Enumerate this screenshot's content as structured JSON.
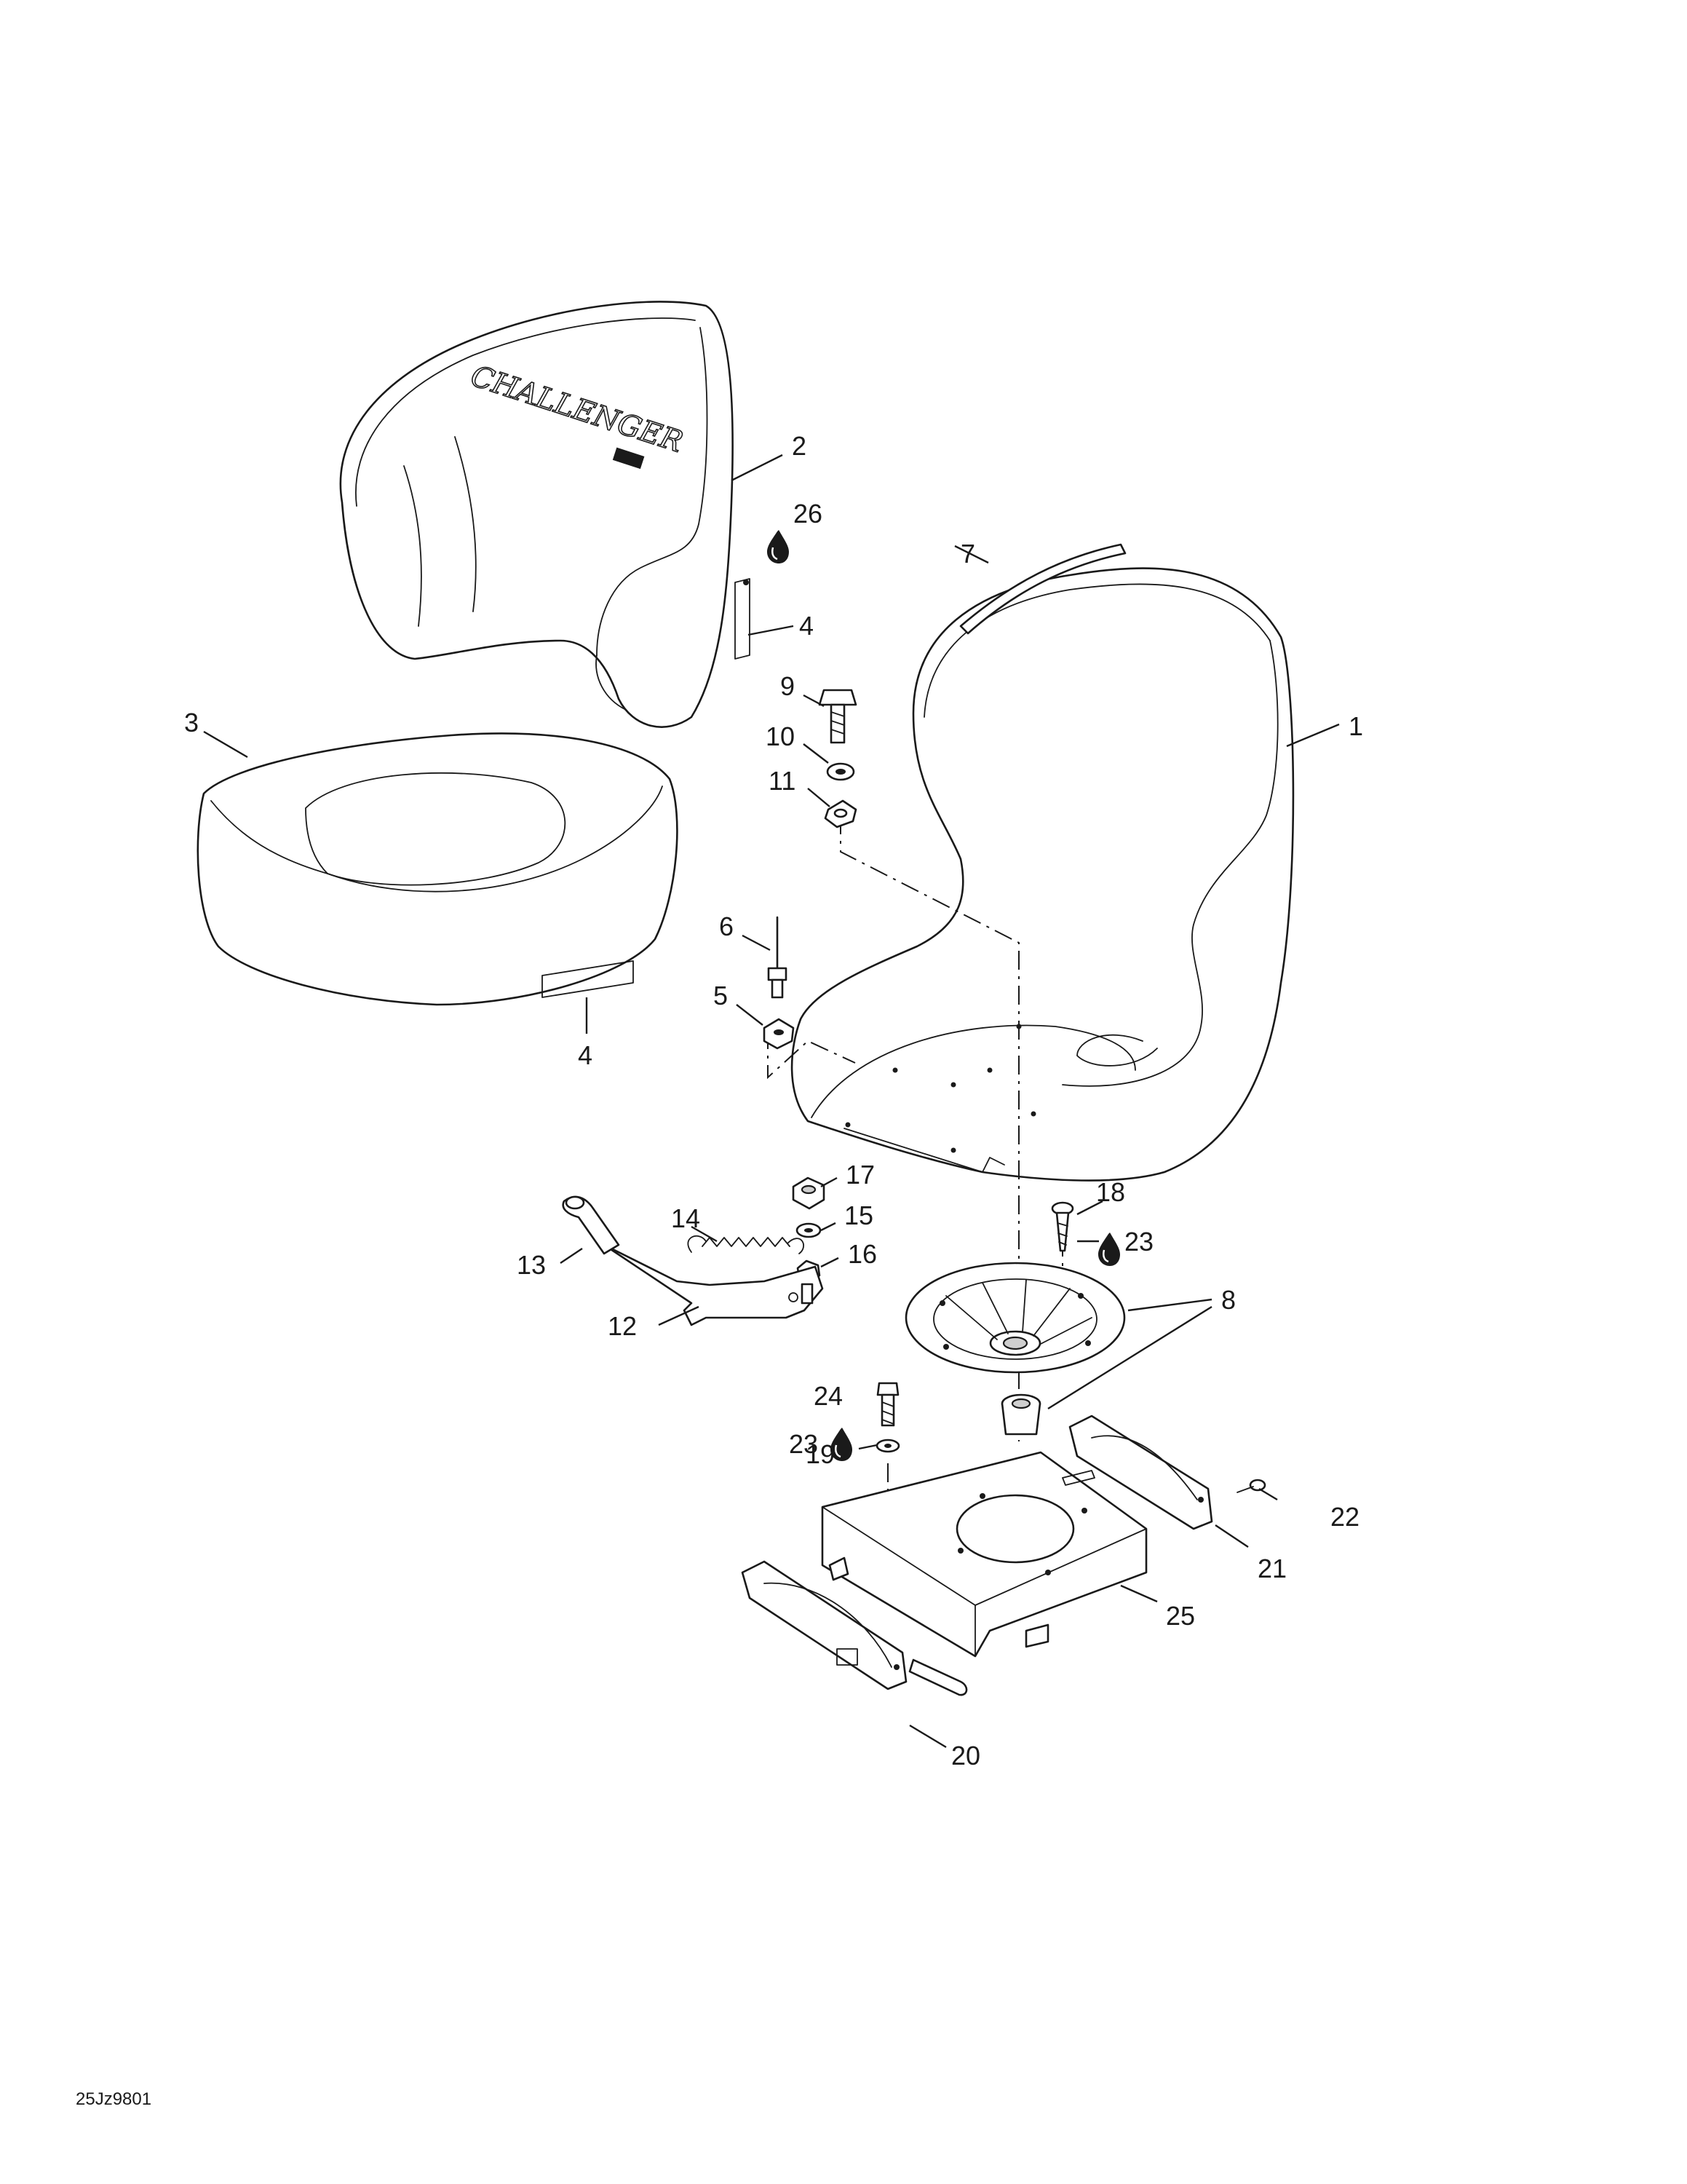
{
  "drawing_id": "25Jz9801",
  "logo_text": "CHALLENGER",
  "callouts": [
    {
      "id": "c1",
      "label": "1"
    },
    {
      "id": "c2",
      "label": "2"
    },
    {
      "id": "c3",
      "label": "3"
    },
    {
      "id": "c4a",
      "label": "4"
    },
    {
      "id": "c4b",
      "label": "4"
    },
    {
      "id": "c5",
      "label": "5"
    },
    {
      "id": "c6",
      "label": "6"
    },
    {
      "id": "c7",
      "label": "7"
    },
    {
      "id": "c8",
      "label": "8"
    },
    {
      "id": "c9",
      "label": "9"
    },
    {
      "id": "c10",
      "label": "10"
    },
    {
      "id": "c11",
      "label": "11"
    },
    {
      "id": "c12",
      "label": "12"
    },
    {
      "id": "c13",
      "label": "13"
    },
    {
      "id": "c14",
      "label": "14"
    },
    {
      "id": "c15",
      "label": "15"
    },
    {
      "id": "c16",
      "label": "16"
    },
    {
      "id": "c17",
      "label": "17"
    },
    {
      "id": "c18",
      "label": "18"
    },
    {
      "id": "c19",
      "label": "19"
    },
    {
      "id": "c20",
      "label": "20"
    },
    {
      "id": "c21",
      "label": "21"
    },
    {
      "id": "c22",
      "label": "22"
    },
    {
      "id": "c23a",
      "label": "23"
    },
    {
      "id": "c23b",
      "label": "23"
    },
    {
      "id": "c24",
      "label": "24"
    },
    {
      "id": "c25",
      "label": "25"
    },
    {
      "id": "c26",
      "label": "26"
    }
  ],
  "icons": [
    "drop-icon"
  ]
}
